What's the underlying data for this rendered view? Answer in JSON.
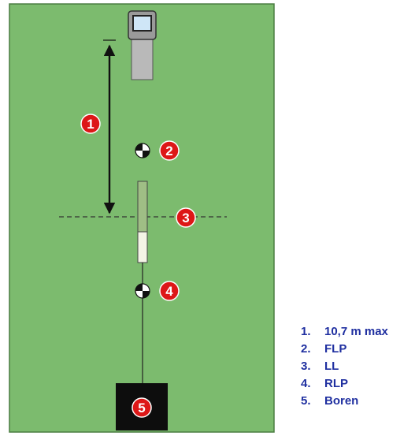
{
  "colors": {
    "field": "#7cbb6e",
    "field_border": "#4a7d40",
    "marker": "#dd1717",
    "legend_text": "#1f2fa0",
    "locator": "#b7b7b7",
    "rig": "#0d0d0d"
  },
  "markers": [
    {
      "id": "distance",
      "label": "1"
    },
    {
      "id": "flp",
      "label": "2"
    },
    {
      "id": "ll",
      "label": "3"
    },
    {
      "id": "rlp",
      "label": "4"
    },
    {
      "id": "rig",
      "label": "5"
    }
  ],
  "legend": [
    {
      "number": "1.",
      "text": "10,7 m max"
    },
    {
      "number": "2.",
      "text": "FLP"
    },
    {
      "number": "3.",
      "text": "LL"
    },
    {
      "number": "4.",
      "text": "RLP"
    },
    {
      "number": "5.",
      "text": "Boren"
    }
  ],
  "icons": {
    "locator": "handheld-locator-icon",
    "point": "locate-point-icon",
    "transmitter": "transmitter-icon",
    "rig": "drill-rig-icon"
  }
}
